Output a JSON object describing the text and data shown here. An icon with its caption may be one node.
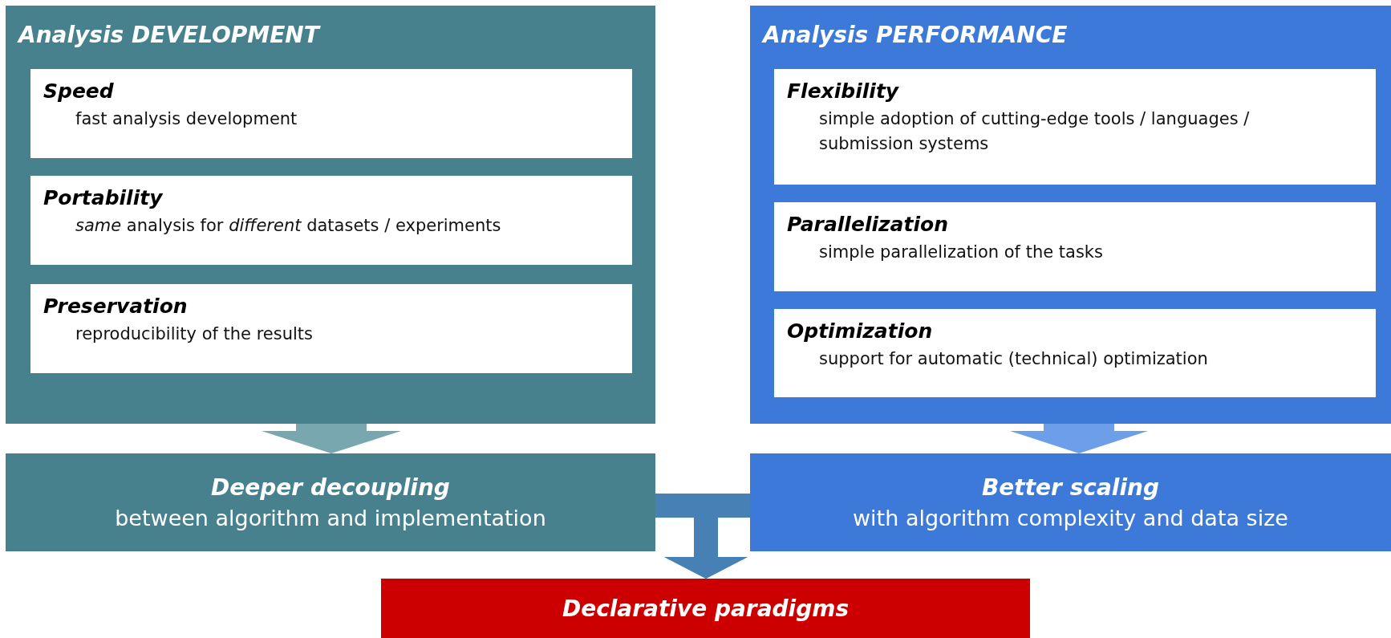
{
  "diagram": {
    "nodes": [
      {
        "text": [
          "Analysis DEVELOPMENT"
        ]
      },
      {
        "text": [
          "Speed",
          "fast analysis development"
        ],
        "in": 0
      },
      {
        "text": [
          "Portability",
          "*same* analysis for *different* datasets / experiments"
        ],
        "in": 0
      },
      {
        "text": [
          "Preservation",
          "reproducibility of the results"
        ],
        "in": 0
      },
      {
        "text": [
          "Analysis PERFORMANCE"
        ]
      },
      {
        "text": [
          "Flexibility",
          "simple adoption of cutting-edge tools / languages / submission systems"
        ],
        "in": 4
      },
      {
        "text": [
          "Parallelization",
          "simple parallelization of the tasks"
        ],
        "in": 4
      },
      {
        "text": [
          "Optimization",
          "support for automatic (technical) optimization"
        ],
        "in": 4
      },
      {
        "text": [
          "Deeper decoupling",
          "between algorithm and implementation"
        ]
      },
      {
        "text": [
          "Better scaling",
          "with algorithm complexity and data size"
        ]
      },
      {
        "text": [
          "Declarative paradigms"
        ]
      }
    ],
    "edges": [
      {
        "from": 0,
        "to": 8,
        "arrow": "to",
        "style": "thick",
        "color": "#78a7af"
      },
      {
        "from": 4,
        "to": 9,
        "arrow": "to",
        "style": "thick",
        "color": "#6d9eea"
      },
      {
        "from": 8,
        "to": 10,
        "arrow": "to",
        "color": "#4680b4"
      },
      {
        "from": 9,
        "to": 10,
        "arrow": "to",
        "color": "#4680b4"
      }
    ]
  }
}
